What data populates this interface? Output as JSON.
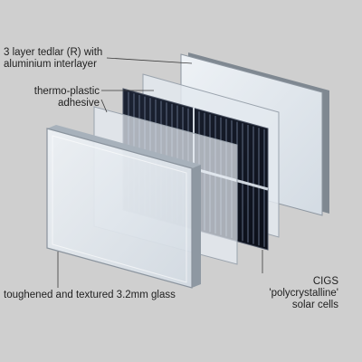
{
  "diagram": {
    "background": "#cfcfcf",
    "layers": [
      {
        "id": "tedlar",
        "color": "#e9eef3"
      },
      {
        "id": "adhesive_back",
        "color": "#e5ebf1"
      },
      {
        "id": "cells",
        "color": "#101623"
      },
      {
        "id": "adhesive_front",
        "color": "#e5ebf1"
      },
      {
        "id": "glass",
        "color": "#dfe6ed"
      }
    ],
    "labels": {
      "tedlar": [
        "3 layer tedlar (R) with",
        "aluminium interlayer"
      ],
      "adhesive": [
        "thermo-plastic",
        "adhesive"
      ],
      "glass": [
        "toughened and textured 3.2mm glass"
      ],
      "cells": [
        "CIGS 'polycrystalline'",
        "solar cells"
      ]
    }
  }
}
